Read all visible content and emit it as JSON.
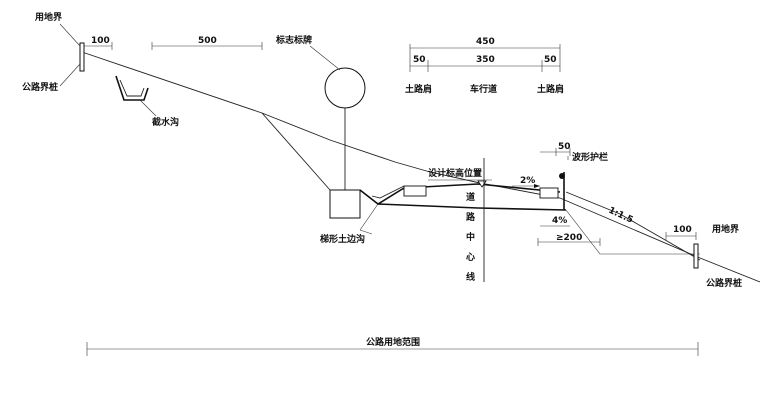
{
  "labels": {
    "right_of_way_left": "用地界",
    "boundary_stake_left": "公路界桩",
    "dim_100_left": "100",
    "dim_500": "500",
    "sign": "标志标牌",
    "dim_450": "450",
    "dim_50_a": "50",
    "dim_350": "350",
    "dim_50_b": "50",
    "shoulder_left": "土路肩",
    "carriageway": "车行道",
    "shoulder_right": "土路肩",
    "intercept_ditch": "截水沟",
    "dim_50_rail": "50",
    "guardrail": "波形护栏",
    "design_level": "设计标高位置",
    "slope_2pct": "2%",
    "slope_4pct": "4%",
    "slope_ratio": "1:1.5",
    "dim_200": "≥200",
    "dim_100_right": "100",
    "right_of_way_right": "用地界",
    "boundary_stake_right": "公路界桩",
    "stepped_ditch": "梯形土边沟",
    "centerline": [
      "道",
      "路",
      "中",
      "心",
      "线"
    ],
    "range": "公路用地范围"
  }
}
